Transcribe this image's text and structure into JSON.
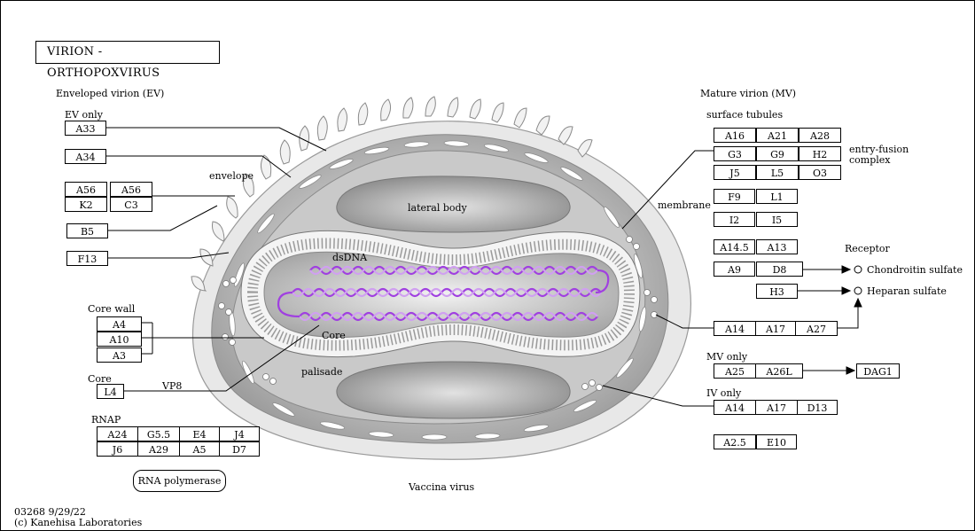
{
  "title": "VIRION - ORTHOPOXVIRUS",
  "labels": {
    "enveloped_virion": "Enveloped virion (EV)",
    "ev_only": "EV only",
    "envelope": "envelope",
    "core_wall": "Core wall",
    "core_left": "Core",
    "vp8": "VP8",
    "rnap": "RNAP",
    "rna_polymerase": "RNA polymerase",
    "mature_virion": "Mature virion (MV)",
    "surface_tubules": "surface tubules",
    "entry_fusion": "entry-fusion",
    "complex": "complex",
    "membrane": "membrane",
    "receptor": "Receptor",
    "chondroitin": "Chondroitin sulfate",
    "heparan": "Heparan sulfate",
    "mv_only": "MV only",
    "iv_only": "IV only",
    "dag1": "DAG1",
    "lateral_body": "lateral body",
    "dsdna": "dsDNA",
    "core_inner": "Core",
    "palisade": "palisade",
    "vaccinia": "Vaccina virus",
    "footer_id": "03268 9/29/22",
    "footer_copy": "(c) Kanehisa Laboratories"
  },
  "genes": {
    "a33": "A33",
    "a34": "A34",
    "a56a": "A56",
    "a56b": "A56",
    "k2": "K2",
    "c3": "C3",
    "b5": "B5",
    "f13": "F13",
    "a4": "A4",
    "a10": "A10",
    "a3": "A3",
    "l4": "L4",
    "rnap": [
      "A24",
      "G5.5",
      "E4",
      "J4",
      "J6",
      "A29",
      "A5",
      "D7"
    ],
    "efc": [
      "A16",
      "A21",
      "A28",
      "G3",
      "G9",
      "H2",
      "J5",
      "L5",
      "O3"
    ],
    "f9": "F9",
    "l1": "L1",
    "i2": "I2",
    "i5": "I5",
    "a14_5": "A14.5",
    "a13": "A13",
    "a9": "A9",
    "d8": "D8",
    "h3": "H3",
    "mem": [
      "A14",
      "A17",
      "A27"
    ],
    "a25": "A25",
    "a26l": "A26L",
    "iv": [
      "A14",
      "A17",
      "D13"
    ],
    "a2_5": "A2.5",
    "e10": "E10"
  },
  "colors": {
    "dna": "#a040e0",
    "outer_gray": "#e6e6e6",
    "mid_gray": "#bdbdbd",
    "core_gray": "#b5b5b5",
    "lateral_gray": "#8e8e8e"
  }
}
